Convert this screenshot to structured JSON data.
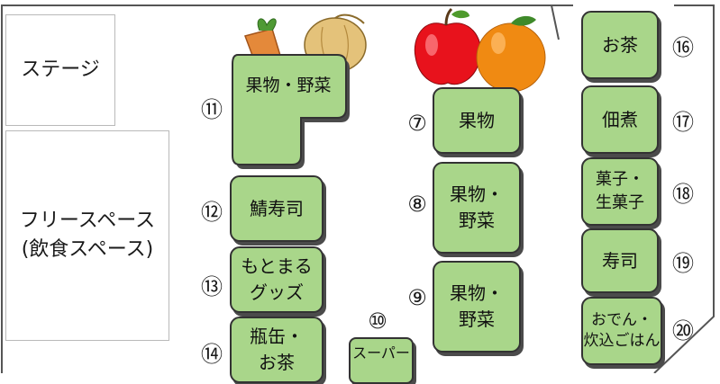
{
  "areas": {
    "stage": "ステージ",
    "free_space": "フリースペース\n(飲食スペース)"
  },
  "booths": {
    "b7": {
      "num": "7",
      "label": "果物"
    },
    "b8": {
      "num": "8",
      "label": "果物・\n野菜"
    },
    "b9": {
      "num": "9",
      "label": "果物・\n野菜"
    },
    "b10": {
      "num": "10",
      "label": "スーパー"
    },
    "b11": {
      "num": "11",
      "label": "果物・野菜"
    },
    "b12": {
      "num": "12",
      "label": "鯖寿司"
    },
    "b13": {
      "num": "13",
      "label": "もとまる\nグッズ"
    },
    "b14": {
      "num": "14",
      "label": "瓶缶・\nお茶"
    },
    "b16": {
      "num": "16",
      "label": "お茶"
    },
    "b17": {
      "num": "17",
      "label": "佃煮"
    },
    "b18": {
      "num": "18",
      "label": "菓子・\n生菓子"
    },
    "b19": {
      "num": "19",
      "label": "寿司"
    },
    "b20": {
      "num": "20",
      "label": "おでん・\n炊込ごはん"
    }
  },
  "colors": {
    "booth_fill": "#a9d68a",
    "outline": "#333333"
  }
}
